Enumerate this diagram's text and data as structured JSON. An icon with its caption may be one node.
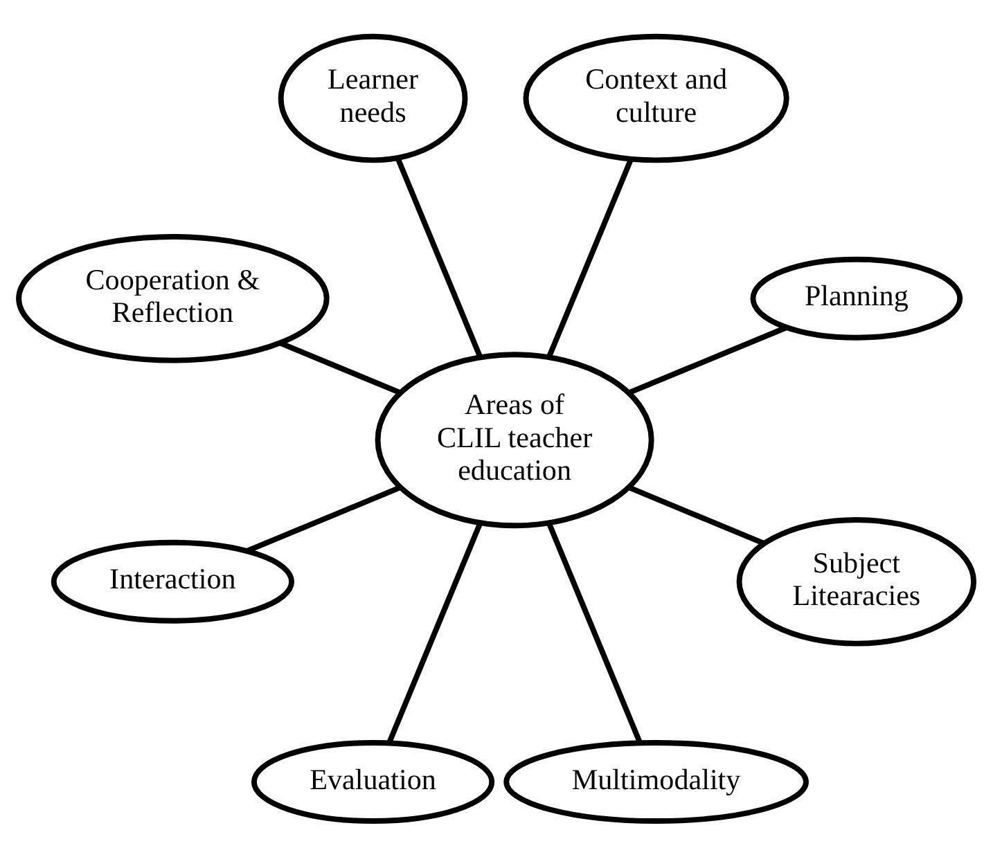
{
  "diagram": {
    "nodes": [
      {
        "text": [
          "Areas of CLIL teacher education"
        ]
      },
      {
        "text": [
          "Planning"
        ]
      },
      {
        "text": [
          "Context and culture"
        ]
      },
      {
        "text": [
          "Learner needs"
        ]
      },
      {
        "text": [
          "Cooperation & Reflection"
        ]
      },
      {
        "text": [
          "Interaction"
        ]
      },
      {
        "text": [
          "Evaluation"
        ]
      },
      {
        "text": [
          "Multimodality"
        ]
      },
      {
        "text": [
          "Subject Litearacies"
        ]
      }
    ],
    "edges": [
      {
        "from": 0,
        "to": 1,
        "arrow": "none"
      },
      {
        "from": 0,
        "to": 3,
        "arrow": "none"
      },
      {
        "from": 0,
        "to": 5,
        "arrow": "none"
      },
      {
        "from": 0,
        "to": 7,
        "arrow": "none"
      },
      {
        "from": 0,
        "to": 8,
        "arrow": "none"
      },
      {
        "from": 0,
        "to": 6,
        "arrow": "none"
      },
      {
        "from": 0,
        "to": 4,
        "arrow": "none"
      },
      {
        "from": 0,
        "to": 2,
        "arrow": "none"
      }
    ]
  }
}
